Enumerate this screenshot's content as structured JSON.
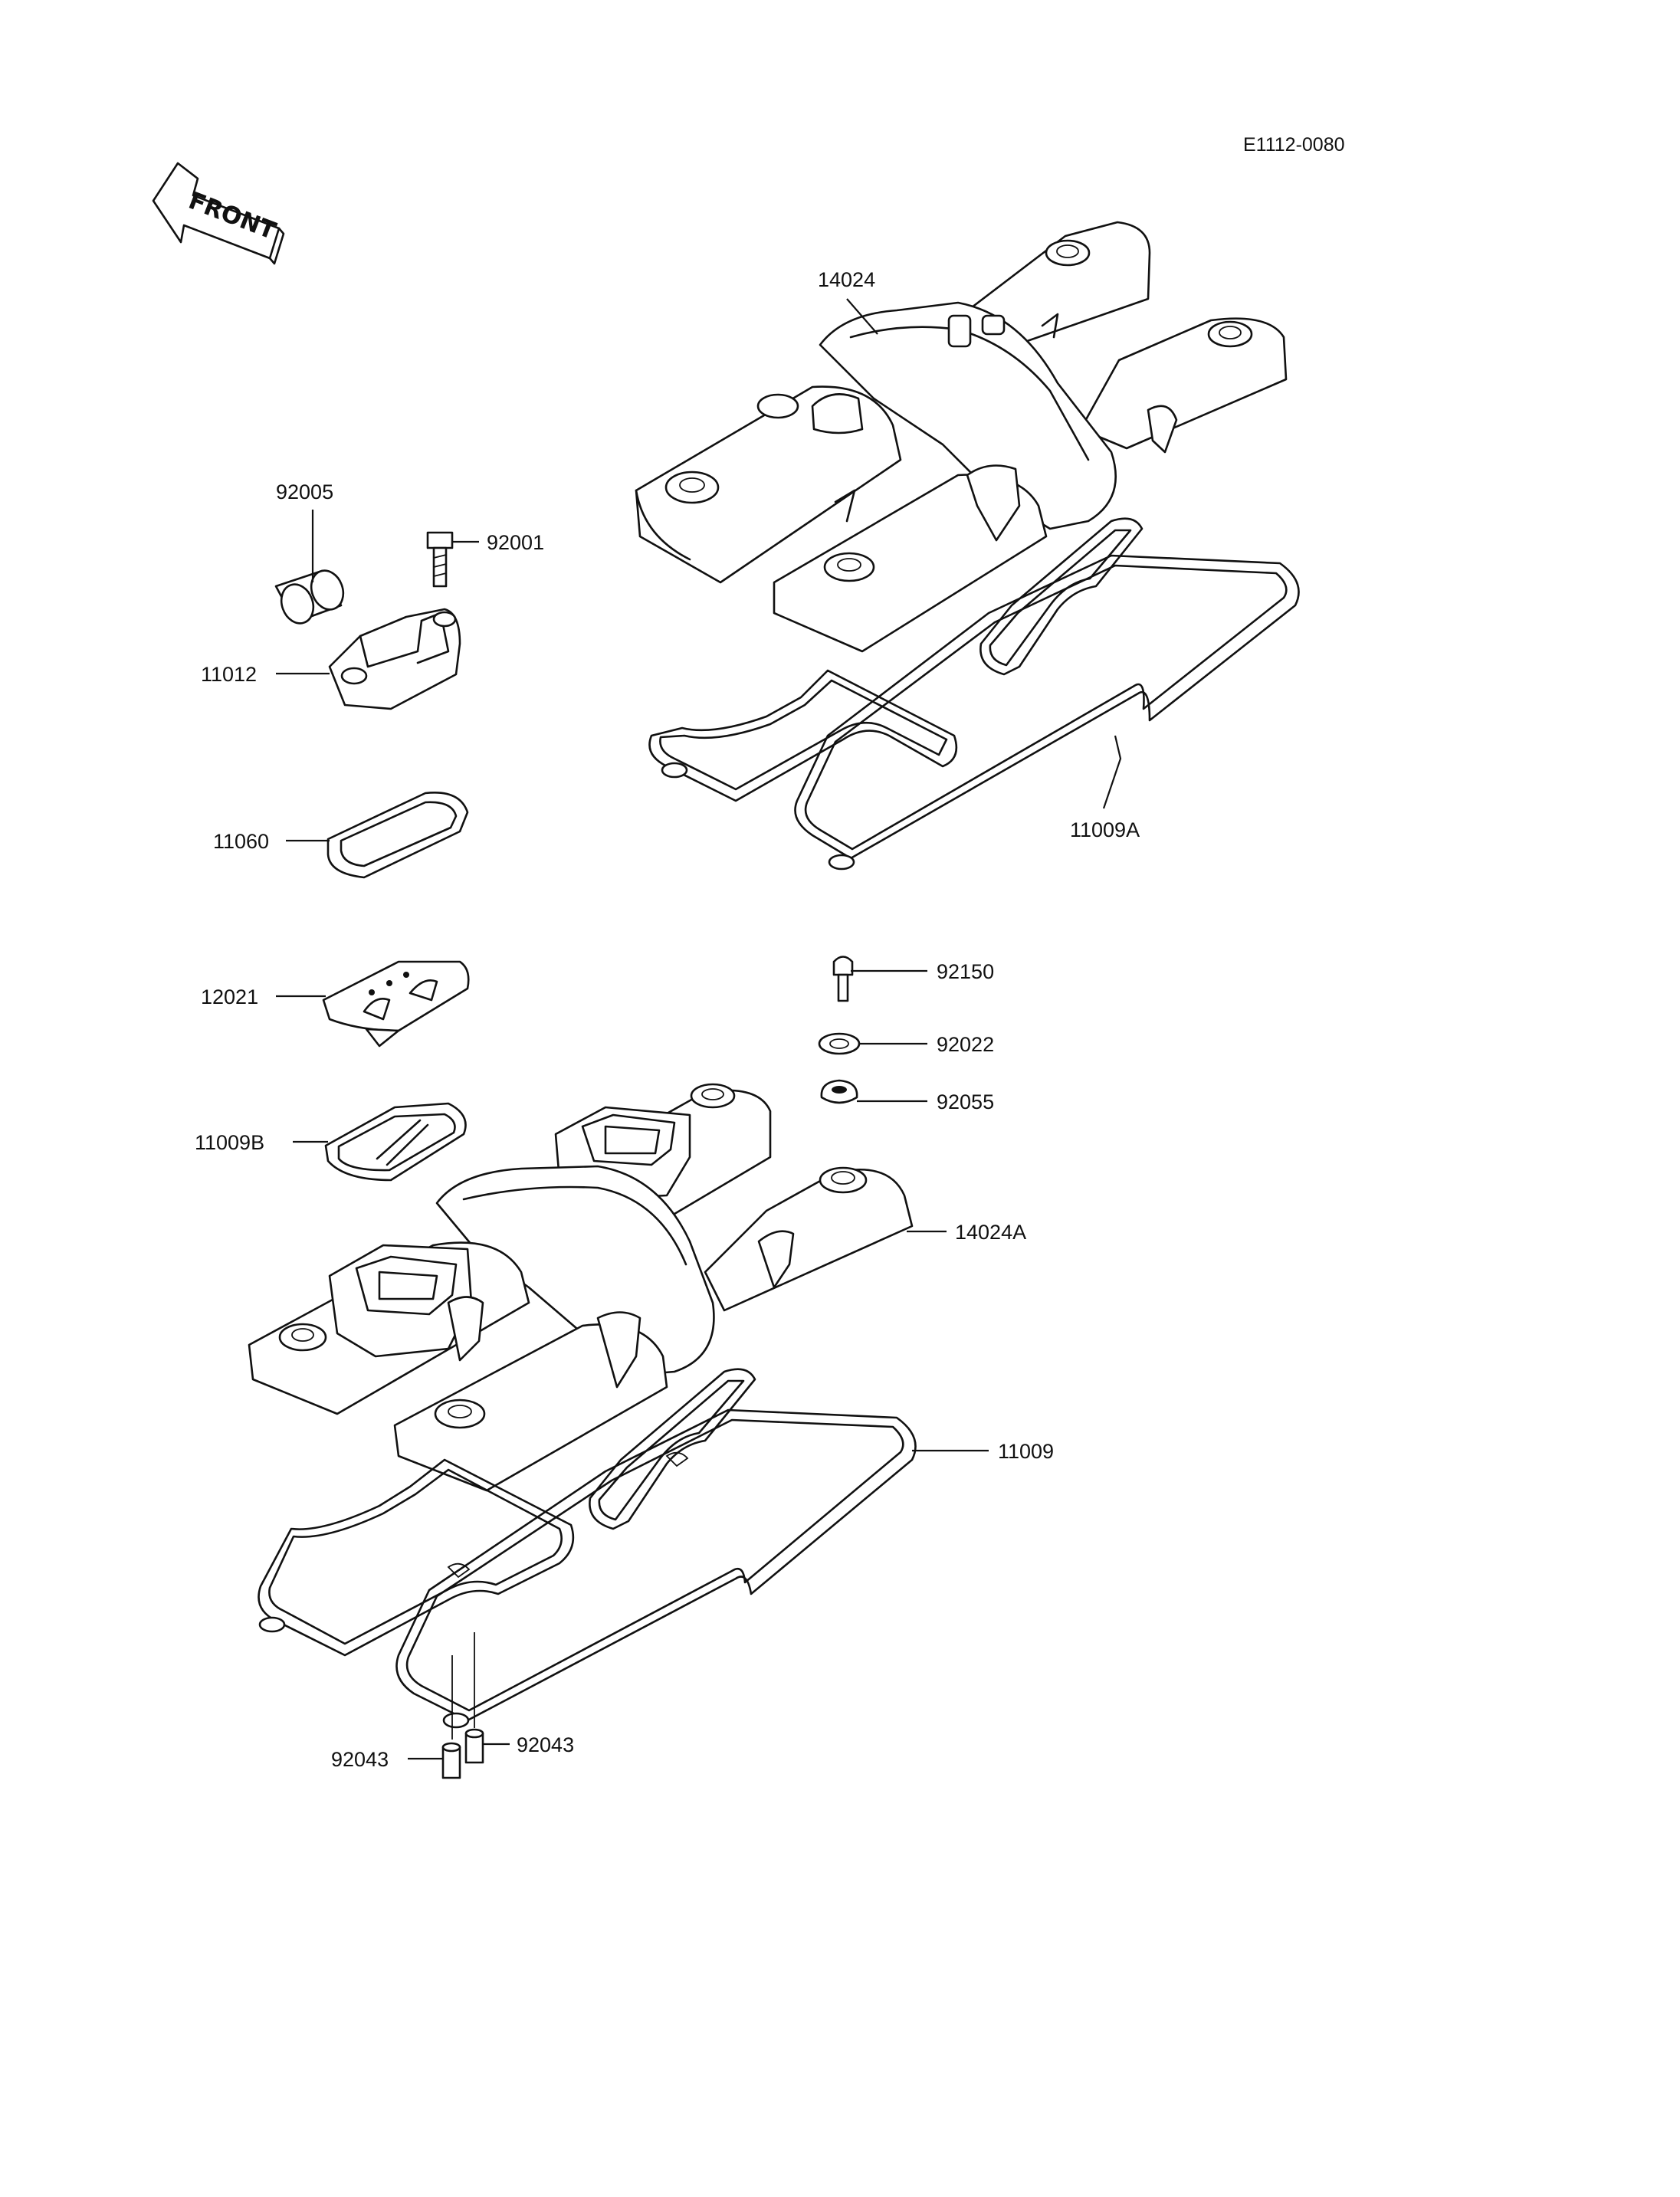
{
  "diagram": {
    "reference_code": "E1112-0080",
    "front_arrow_label": "FRONT",
    "parts": [
      {
        "id": "p-14024",
        "number": "14024"
      },
      {
        "id": "p-92005",
        "number": "92005"
      },
      {
        "id": "p-92001",
        "number": "92001"
      },
      {
        "id": "p-11012",
        "number": "11012"
      },
      {
        "id": "p-11060",
        "number": "11060"
      },
      {
        "id": "p-11009A",
        "number": "11009A"
      },
      {
        "id": "p-12021",
        "number": "12021"
      },
      {
        "id": "p-92150",
        "number": "92150"
      },
      {
        "id": "p-92022",
        "number": "92022"
      },
      {
        "id": "p-92055",
        "number": "92055"
      },
      {
        "id": "p-11009B",
        "number": "11009B"
      },
      {
        "id": "p-14024A",
        "number": "14024A"
      },
      {
        "id": "p-11009",
        "number": "11009"
      },
      {
        "id": "p-92043a",
        "number": "92043"
      },
      {
        "id": "p-92043b",
        "number": "92043"
      }
    ]
  },
  "colors": {
    "ink": "#111111",
    "paper": "#ffffff"
  }
}
